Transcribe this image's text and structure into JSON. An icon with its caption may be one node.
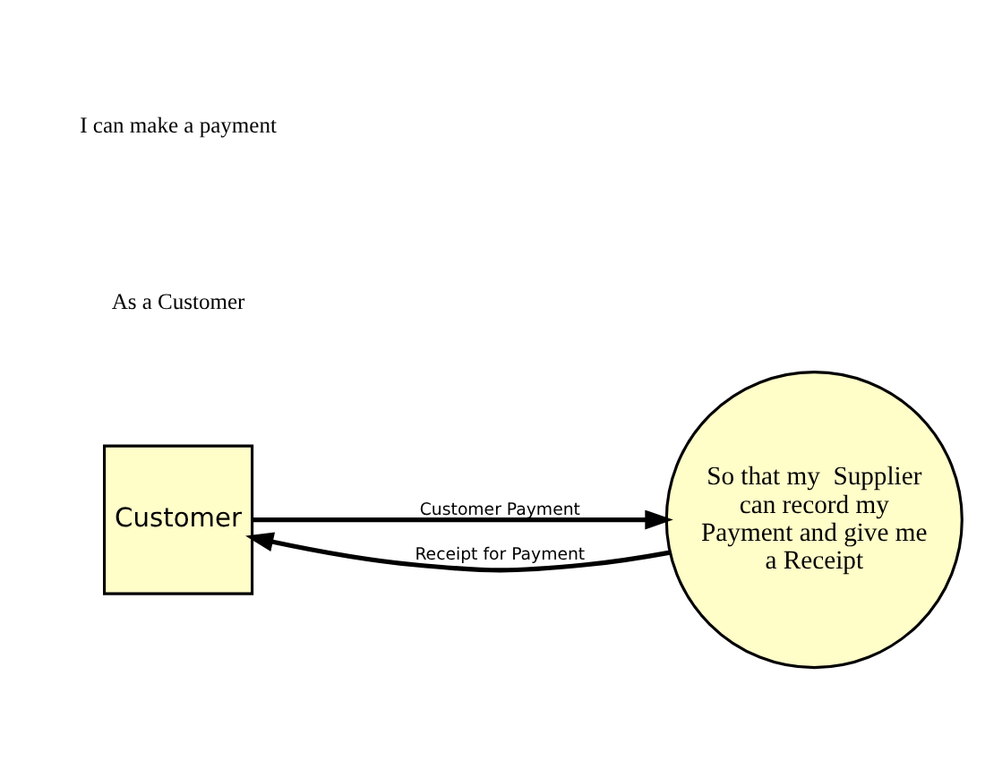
{
  "diagram": {
    "nodes": [
      {
        "text": [
          "Customer"
        ]
      },
      {
        "text": [
          "So that my  Supplier can record my Payment and give me a Receipt"
        ]
      }
    ],
    "edges": [
      {
        "from": 0,
        "to": 1,
        "arrow": "to",
        "label": "Customer Payment"
      },
      {
        "from": 1,
        "to": 0,
        "arrow": "to",
        "label": "Receipt for Payment"
      }
    ],
    "labels": [
      "As a Customer",
      "I can make a payment"
    ]
  }
}
